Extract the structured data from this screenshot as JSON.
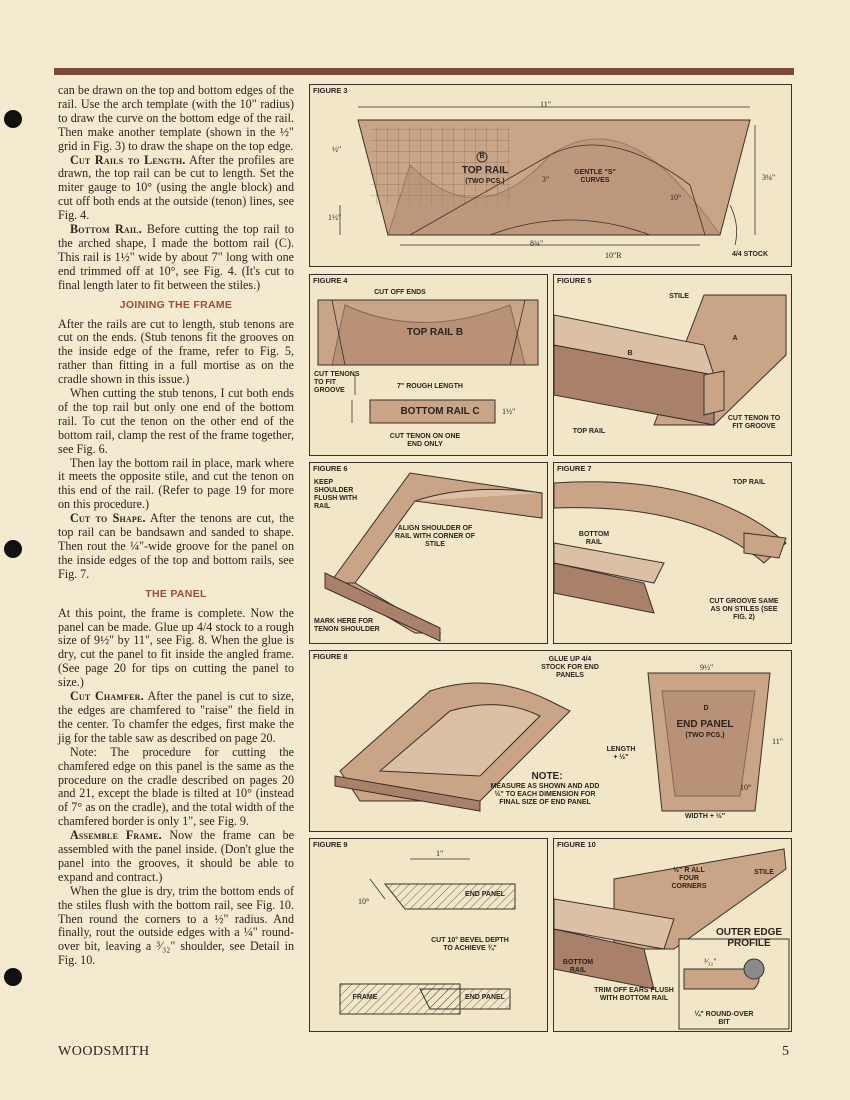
{
  "article": {
    "p1": "can be drawn on the top and bottom edges of the rail. Use the arch template (with the 10\" radius) to draw the curve on the bottom edge of the rail. Then make another template (shown in the ½\" grid in Fig. 3) to draw the shape on the top edge.",
    "p2_head": "Cut Rails to Length.",
    "p2": "After the profiles are drawn, the top rail can be cut to length. Set the miter gauge to 10° (using the angle block) and cut off both ends at the outside (tenon) lines, see Fig. 4.",
    "p3_head": "Bottom Rail.",
    "p3": "Before cutting the top rail to the arched shape, I made the bottom rail (C). This rail is 1½\" wide by about 7\" long with one end trimmed off at 10°, see Fig. 4. (It's cut to final length later to fit between the stiles.)",
    "h_joining": "JOINING THE FRAME",
    "p4": "After the rails are cut to length, stub tenons are cut on the ends. (Stub tenons fit the grooves on the inside edge of the frame, refer to Fig. 5, rather than fitting in a full mortise as on the cradle shown in this issue.)",
    "p5": "When cutting the stub tenons, I cut both ends of the top rail but only one end of the bottom rail. To cut the tenon on the other end of the bottom rail, clamp the rest of the frame together, see Fig. 6.",
    "p6": "Then lay the bottom rail in place, mark where it meets the opposite stile, and cut the tenon on this end of the rail. (Refer to page 19 for more on this procedure.)",
    "p7_head": "Cut to Shape.",
    "p7": "After the tenons are cut, the top rail can be bandsawn and sanded to shape. Then rout the ¼\"-wide groove for the panel on the inside edges of the top and bottom rails, see Fig. 7.",
    "h_panel": "THE PANEL",
    "p8": "At this point, the frame is complete. Now the panel can be made. Glue up 4/4 stock to a rough size of 9½\" by 11\", see Fig. 8. When the glue is dry, cut the panel to fit inside the angled frame. (See page 20 for tips on cutting the panel to size.)",
    "p9_head": "Cut Chamfer.",
    "p9": "After the panel is cut to size, the edges are chamfered to \"raise\" the field in the center. To chamfer the edges, first make the jig for the table saw as described on page 20.",
    "p10": "Note: The procedure for cutting the chamfered edge on this panel is the same as the procedure on the cradle described on pages 20 and 21, except the blade is tilted at 10° (instead of 7° as on the cradle), and the total width of the chamfered border is only 1\", see Fig. 9.",
    "p11_head": "Assemble Frame.",
    "p11": "Now the frame can be assembled with the panel inside. (Don't glue the panel into the grooves, it should be able to expand and contract.)",
    "p12": "When the glue is dry, trim the bottom ends of the stiles flush with the bottom rail, see Fig. 10. Then round the corners to a ½\" radius. And finally, rout the outside edges with a ¼\" round-over bit, leaving a ³⁄₃₂\" shoulder, see Detail in Fig. 10."
  },
  "figures": {
    "fig3": {
      "label": "FIGURE 3",
      "top_rail": "TOP RAIL",
      "marker": "B",
      "two_pcs": "(TWO PCS.)",
      "gentle": "GENTLE \"S\" CURVES",
      "stock": "4/4 STOCK",
      "d_11": "11\"",
      "d_half": "½\"",
      "d_3": "3\"",
      "d_3_25": "3¼\"",
      "d_1_5": "1½\"",
      "d_8_75": "8¾\"",
      "d_10": "10°",
      "d_10r": "10\"R"
    },
    "fig4": {
      "label": "FIGURE 4",
      "cut_ends": "CUT OFF ENDS",
      "top_rail": "TOP RAIL",
      "marker_b": "B",
      "tenons": "CUT TENONS TO FIT GROOVE",
      "rough": "7\" ROUGH LENGTH",
      "bottom_rail": "BOTTOM RAIL",
      "marker_c": "C",
      "d_1_5": "1½\"",
      "one_end": "CUT TENON ON ONE END ONLY"
    },
    "fig5": {
      "label": "FIGURE 5",
      "stile": "STILE",
      "marker_a": "A",
      "marker_b": "B",
      "top_rail": "TOP RAIL",
      "cut_tenon": "CUT TENON TO FIT GROOVE"
    },
    "fig6": {
      "label": "FIGURE 6",
      "keep": "KEEP SHOULDER FLUSH WITH RAIL",
      "align": "ALIGN SHOULDER OF RAIL WITH CORNER OF STILE",
      "mark": "MARK HERE FOR TENON SHOULDER"
    },
    "fig7": {
      "label": "FIGURE 7",
      "top_rail": "TOP RAIL",
      "bottom_rail": "BOTTOM RAIL",
      "groove": "CUT GROOVE SAME AS ON STILES (SEE FIG. 2)"
    },
    "fig8": {
      "label": "FIGURE 8",
      "glue": "GLUE UP 4/4 STOCK FOR END PANELS",
      "marker_d": "D",
      "end_panel": "END PANEL",
      "two_pcs": "(TWO PCS.)",
      "d_9_5": "9½\"",
      "d_11": "11\"",
      "length": "LENGTH + ½\"",
      "width": "WIDTH + ½\"",
      "d_10": "10°",
      "note_h": "NOTE:",
      "note": "MEASURE AS SHOWN AND ADD ½\" TO EACH DIMENSION FOR FINAL SIZE OF END PANEL"
    },
    "fig9": {
      "label": "FIGURE 9",
      "d_1": "1\"",
      "d_10": "10°",
      "end_panel": "END PANEL",
      "bevel": "CUT 10° BEVEL DEPTH TO ACHIEVE ¾\"",
      "frame": "FRAME",
      "end_panel2": "END PANEL"
    },
    "fig10": {
      "label": "FIGURE 10",
      "radius": "½\" R ALL FOUR CORNERS",
      "stile": "STILE",
      "profile": "OUTER EDGE PROFILE",
      "bottom_rail": "BOTTOM RAIL",
      "trim": "TRIM OFF EARS FLUSH WITH BOTTOM RAIL",
      "d_332": "³⁄₃₂\"",
      "roundover": "¼\" ROUND-OVER BIT"
    }
  },
  "footer": {
    "magazine": "WOODSMITH",
    "page": "5"
  }
}
